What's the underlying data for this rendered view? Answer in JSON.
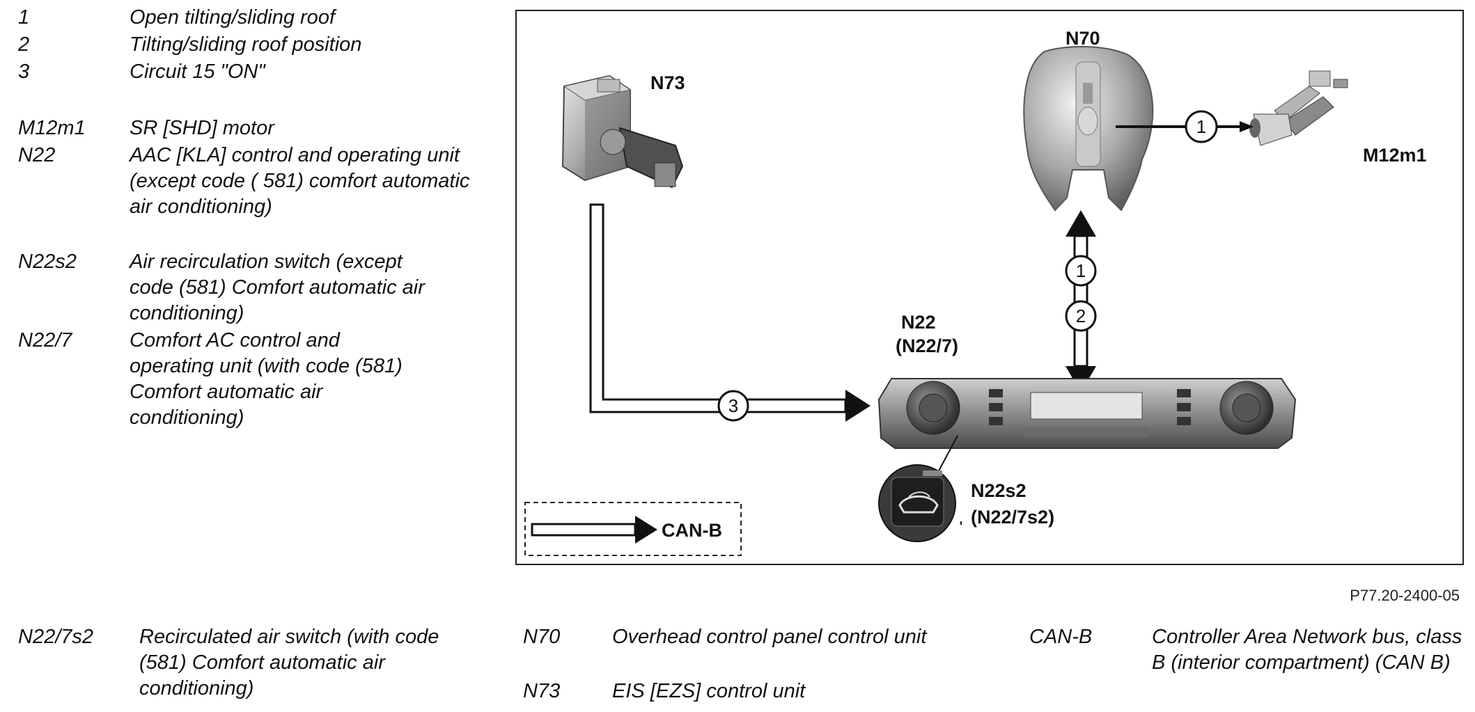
{
  "legend_top": [
    {
      "code": "1",
      "desc": "Open tilting/sliding roof"
    },
    {
      "code": "2",
      "desc": "Tilting/sliding roof position"
    },
    {
      "code": "3",
      "desc": "Circuit 15 \"ON\""
    },
    {
      "code": "M12m1",
      "desc": "SR [SHD] motor"
    },
    {
      "code": "N22",
      "desc": "AAC [KLA] control and operating unit (except code ( 581) comfort automatic air conditioning)"
    },
    {
      "code": "N22s2",
      "desc": "Air recirculation switch (except code (581) Comfort automatic air conditioning)"
    },
    {
      "code": "N22/7",
      "desc": "Comfort AC control and operating unit (with code (581) Comfort automatic air conditioning)"
    }
  ],
  "legend_bottom": [
    {
      "code": "N22/7s2",
      "desc": "Recirculated air switch (with code (581) Comfort automatic air conditioning)"
    },
    {
      "code": "N70",
      "desc": "Overhead control panel control unit"
    },
    {
      "code": "N73",
      "desc": "EIS [EZS] control unit"
    },
    {
      "code": "CAN-B",
      "desc": "Controller Area Network bus, class B (interior compartment) (CAN B)"
    }
  ],
  "diagram": {
    "n73": "N73",
    "n70": "N70",
    "m12m1": "M12m1",
    "n22": "N22",
    "n22_7": "(N22/7)",
    "n22s2": "N22s2",
    "n22_7s2": "(N22/7s2)",
    "can_b": "CAN-B",
    "circle_1": "1",
    "circle_2": "2",
    "circle_3": "3"
  },
  "reference": "P77.20-2400-05"
}
